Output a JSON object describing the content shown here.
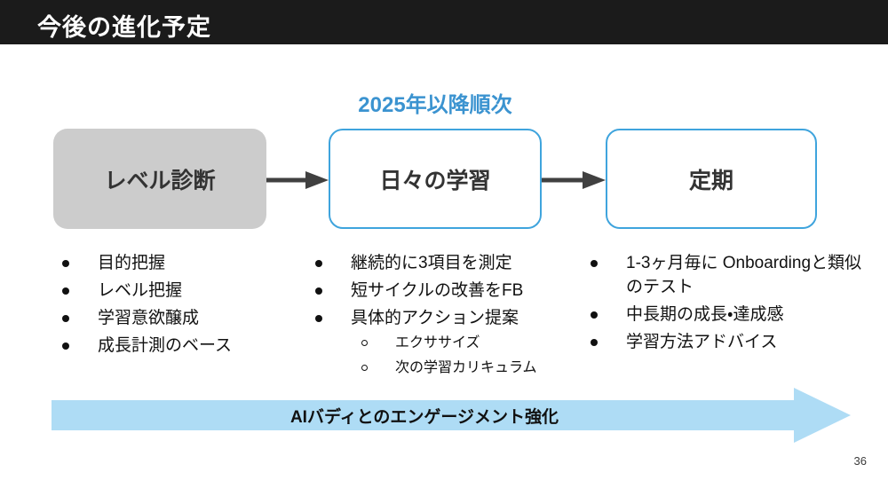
{
  "slide": {
    "title": "今後の進化予定",
    "subtitle": "2025年以降順次",
    "page_number": "36"
  },
  "colors": {
    "header_background": "#1b1b1b",
    "header_text": "#ffffff",
    "accent_blue": "#3fa4dd",
    "subtitle_blue": "#3b93d0",
    "box_gray_fill": "#cccccc",
    "banner_fill": "#aedcf5",
    "arrow_gray": "#404040",
    "body_text": "#111111"
  },
  "flow": {
    "boxes": [
      {
        "label": "レベル診断",
        "style": "filled-gray"
      },
      {
        "label": "日々の学習",
        "style": "outlined-blue"
      },
      {
        "label": "定期",
        "style": "outlined-blue"
      }
    ],
    "connectors": [
      {
        "name": "arrow-right-icon"
      },
      {
        "name": "arrow-right-icon"
      }
    ]
  },
  "columns": [
    {
      "bullets": [
        {
          "text": "目的把握"
        },
        {
          "text": "レベル把握"
        },
        {
          "text": "学習意欲醸成"
        },
        {
          "text": "成長計測のベース"
        }
      ]
    },
    {
      "bullets": [
        {
          "text": "継続的に3項目を測定"
        },
        {
          "text": "短サイクルの改善をFB"
        },
        {
          "text": "具体的アクション提案",
          "sub_bullets": [
            {
              "text": "エクササイズ"
            },
            {
              "text": "次の学習カリキュラム"
            }
          ]
        }
      ]
    },
    {
      "bullets": [
        {
          "text": "1-3ヶ月毎に Onboardingと類似のテスト"
        },
        {
          "text": "中長期の成長・達成感"
        },
        {
          "text": "学習方法アドバイス"
        }
      ]
    }
  ],
  "banner": {
    "label": "AIバディとのエンゲージメント強化"
  }
}
